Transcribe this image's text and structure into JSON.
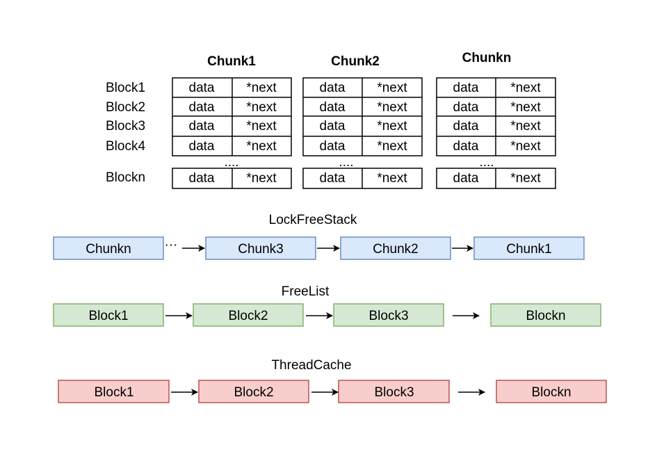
{
  "chunk_table": {
    "row_labels": [
      "Block1",
      "Block2",
      "Block3",
      "Block4",
      "Blockn"
    ],
    "ellipsis": "....",
    "chunks": [
      {
        "name": "Chunk1",
        "cells": [
          "data",
          "*next"
        ]
      },
      {
        "name": "Chunk2",
        "cells": [
          "data",
          "*next"
        ]
      },
      {
        "name": "Chunkn",
        "cells": [
          "data",
          "*next"
        ]
      }
    ]
  },
  "lock_free_stack": {
    "title": "LockFreeStack",
    "fill": "#dae8fc",
    "stroke": "#6c8ebf",
    "gap_ellipsis": "···",
    "nodes": [
      "Chunkn",
      "Chunk3",
      "Chunk2",
      "Chunk1"
    ]
  },
  "free_list": {
    "title": "FreeList",
    "fill": "#d5e8d4",
    "stroke": "#82b366",
    "nodes": [
      "Block1",
      "Block2",
      "Block3",
      "Blockn"
    ]
  },
  "thread_cache": {
    "title": "ThreadCache",
    "fill": "#f8cecc",
    "stroke": "#b85450",
    "nodes": [
      "Block1",
      "Block2",
      "Block3",
      "Blockn"
    ]
  }
}
